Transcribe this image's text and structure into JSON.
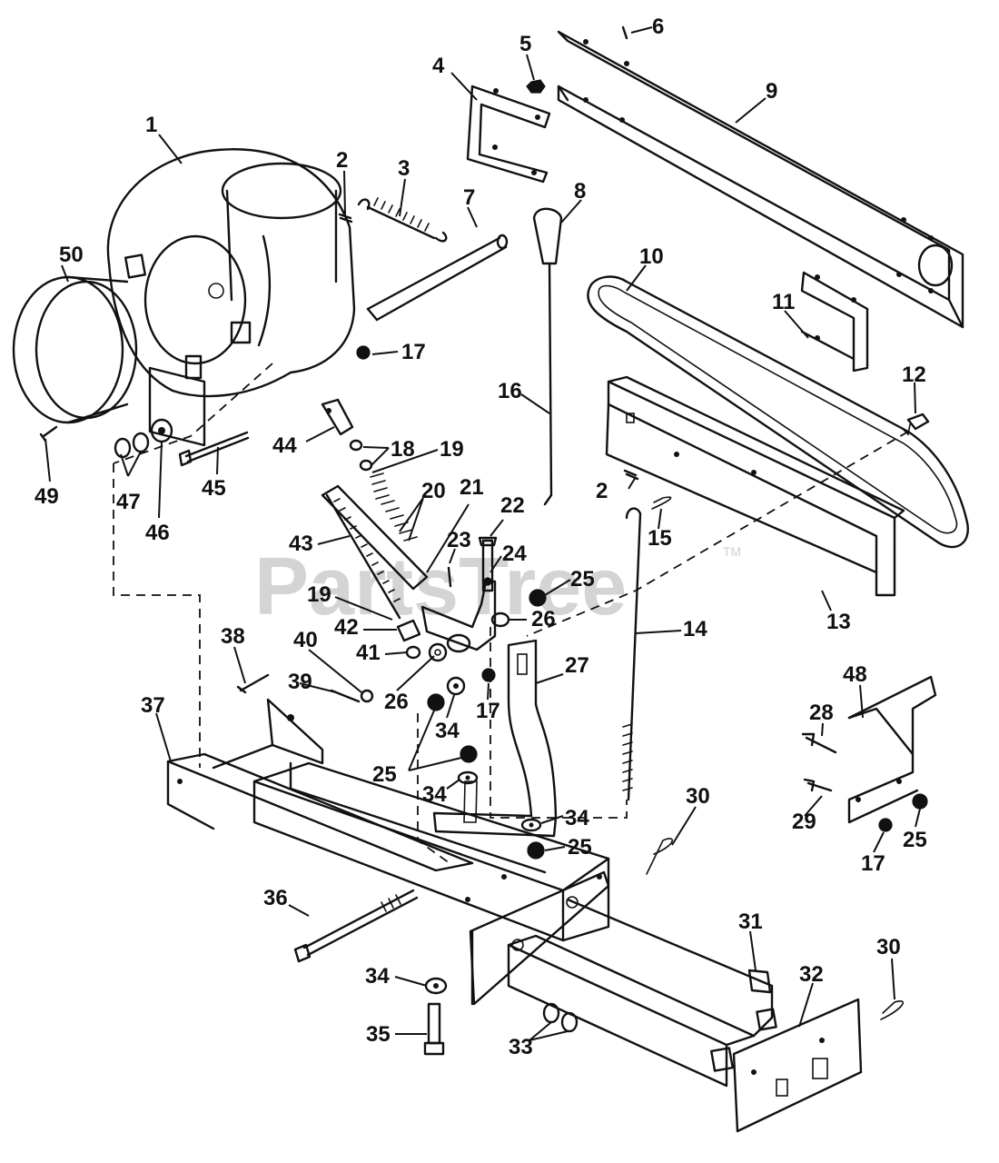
{
  "watermark": {
    "text": "PartsTree",
    "trademark": "TM"
  },
  "callouts": [
    "1",
    "2",
    "3",
    "4",
    "5",
    "6",
    "7",
    "8",
    "9",
    "10",
    "11",
    "12",
    "13",
    "14",
    "15",
    "16",
    "17",
    "18",
    "19",
    "20",
    "21",
    "22",
    "23",
    "24",
    "25",
    "26",
    "27",
    "28",
    "29",
    "30",
    "31",
    "32",
    "33",
    "34",
    "35",
    "36",
    "37",
    "38",
    "39",
    "40",
    "41",
    "42",
    "43",
    "44",
    "45",
    "46",
    "47",
    "48",
    "49",
    "50"
  ],
  "callout_labels": [
    "1",
    "50",
    "2",
    "3",
    "4",
    "5",
    "6",
    "7",
    "8",
    "9",
    "10",
    "11",
    "12",
    "13",
    "17",
    "16",
    "2",
    "15",
    "14",
    "44",
    "18",
    "19",
    "20",
    "21",
    "22",
    "23",
    "24",
    "25",
    "26",
    "43",
    "19",
    "42",
    "41",
    "26",
    "45",
    "47",
    "46",
    "49",
    "38",
    "40",
    "39",
    "37",
    "27",
    "17",
    "34",
    "25",
    "34",
    "34",
    "25",
    "30",
    "48",
    "28",
    "29",
    "17",
    "25",
    "36",
    "34",
    "35",
    "33",
    "31",
    "32",
    "30"
  ]
}
